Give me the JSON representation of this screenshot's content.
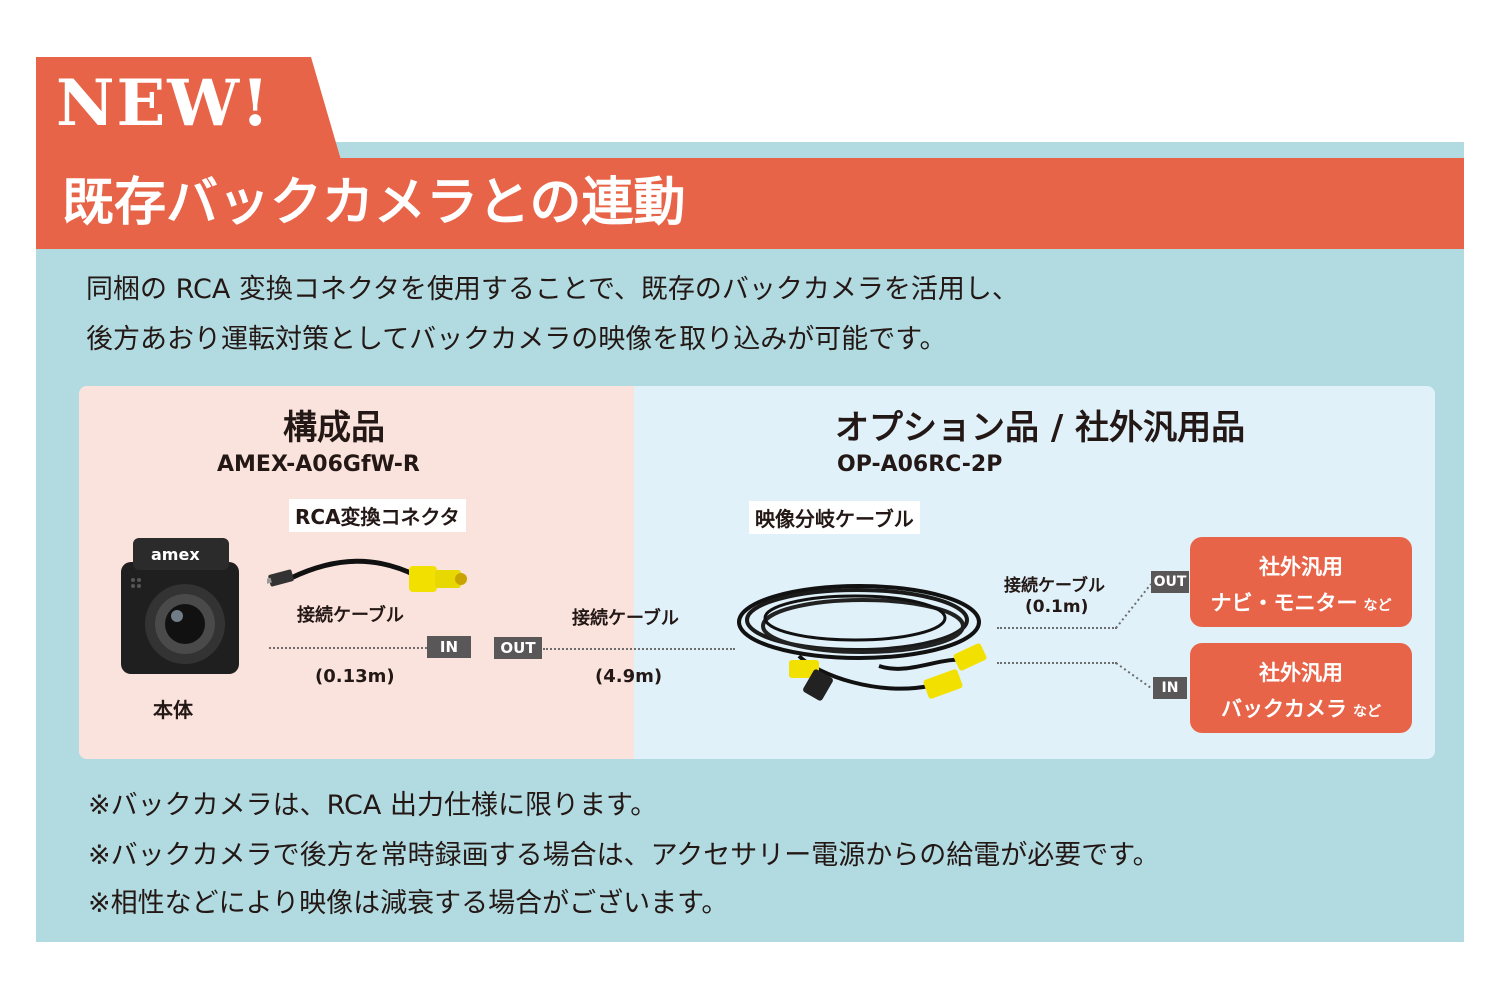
{
  "badge": {
    "new": "NEW!"
  },
  "title": "既存バックカメラとの連動",
  "description": [
    "同梱の RCA 変換コネクタを使用することで、既存のバックカメラを活用し、",
    "後方あおり運転対策としてバックカメラの映像を取り込みが可能です。"
  ],
  "diagram": {
    "left": {
      "heading": "構成品",
      "model": "AMEX-A06GfW-R",
      "connector_label": "RCA変換コネクタ",
      "cable_label": "接続ケーブル",
      "cable_length": "(0.13m)",
      "in_tag": "IN",
      "body_label": "本体",
      "camera_logo": "amex"
    },
    "middle": {
      "out_tag": "OUT",
      "cable_label": "接続ケーブル",
      "cable_length": "(4.9m)"
    },
    "right": {
      "heading": "オプション品 / 社外汎用品",
      "model": "OP-A06RC-2P",
      "splitter_label": "映像分岐ケーブル",
      "cable_label": "接続ケーブル",
      "cable_length": "(0.1m)",
      "out_tag": "OUT",
      "in_tag": "IN",
      "dest_nav": {
        "line1": "社外汎用",
        "line2": "ナビ・モニター",
        "suffix": "など"
      },
      "dest_cam": {
        "line1": "社外汎用",
        "line2": "バックカメラ",
        "suffix": "など"
      }
    }
  },
  "notes": [
    "※バックカメラは、RCA 出力仕様に限ります。",
    "※バックカメラで後方を常時録画する場合は、アクセサリー電源からの給電が必要です。",
    "※相性などにより映像は減衰する場合がございます。"
  ],
  "colors": {
    "accent": "#e86448",
    "panel": "#b2dbe1",
    "left_bg": "#fbe3dd",
    "right_bg": "#e0f1fa",
    "tag": "#595757",
    "rca_yellow": "#f2e100"
  }
}
